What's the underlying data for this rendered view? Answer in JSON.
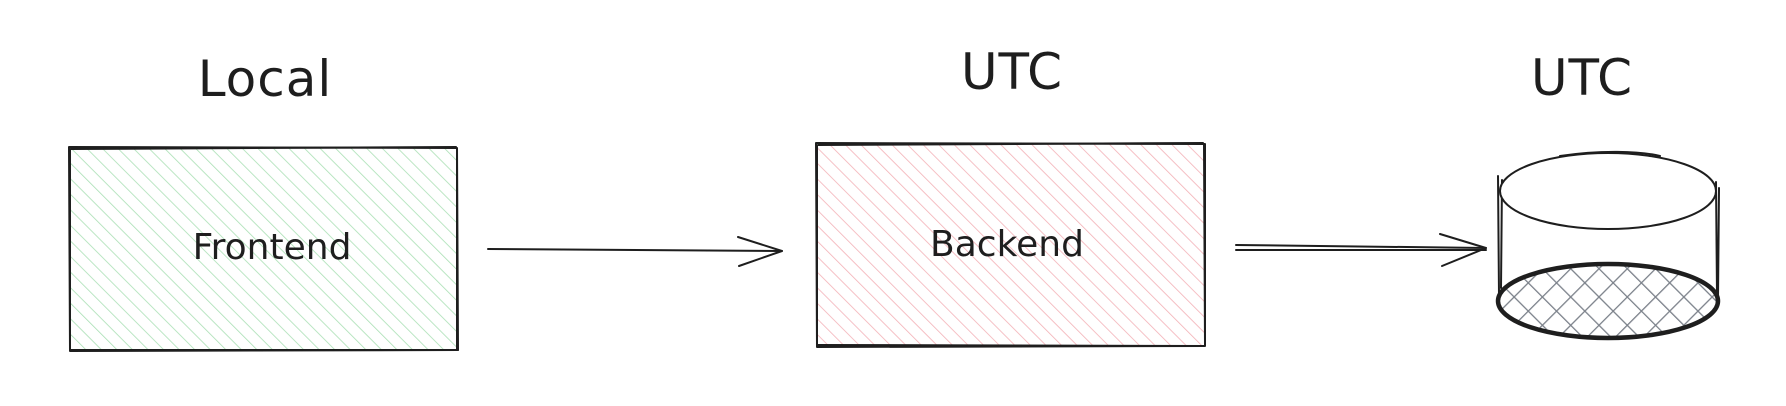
{
  "headings": {
    "local": "Local",
    "utc_backend": "UTC",
    "utc_database": "UTC"
  },
  "nodes": {
    "frontend": "Frontend",
    "backend": "Backend"
  },
  "colors": {
    "frontend_hatch": "#a9dfb4",
    "backend_hatch": "#f3b0b6",
    "database_hatch": "#7b818a",
    "stroke": "#1e1e1e"
  }
}
